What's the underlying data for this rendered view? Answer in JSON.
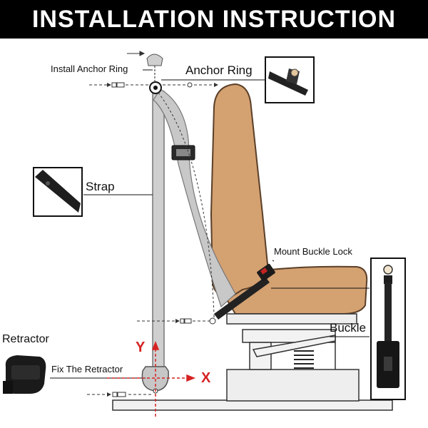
{
  "header": {
    "title": "INSTALLATION INSTRUCTION"
  },
  "labels": {
    "install_anchor_ring": "Install Anchor Ring",
    "anchor_ring": "Anchor Ring",
    "strap": "Strap",
    "mount_buckle_lock": "Mount Buckle Lock",
    "buckle": "Buckle",
    "retractor": "Retractor",
    "fix_the_retractor": "Fix The Retractor"
  },
  "axes": {
    "y": "Y",
    "x": "X"
  },
  "colors": {
    "header_bg": "#000000",
    "header_text": "#ffffff",
    "seat": "#d4a171",
    "seat_outline": "#5a3f28",
    "axis_red": "#d62222",
    "belt_gray": "#c8c8c8",
    "frame_gray": "#e6e6e6"
  }
}
